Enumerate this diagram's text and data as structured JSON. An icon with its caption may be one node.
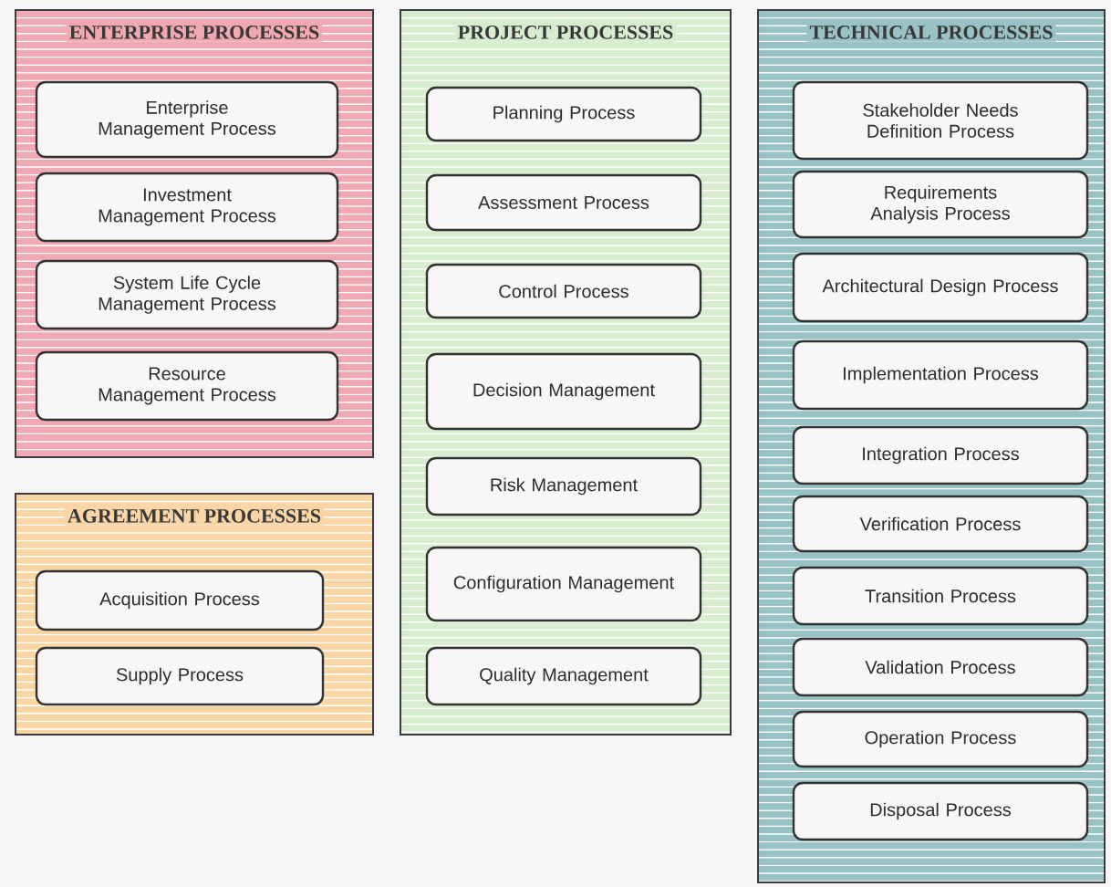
{
  "diagram": {
    "nodes": [
      {
        "text": [
          "ENTERPRISE PROCESSES"
        ]
      },
      {
        "text": [
          "Enterprise Management Process"
        ],
        "in": 0
      },
      {
        "text": [
          "Investment Management Process"
        ],
        "in": 0
      },
      {
        "text": [
          "System Life Cycle Management Process"
        ],
        "in": 0
      },
      {
        "text": [
          "Resource Management Process"
        ],
        "in": 0
      },
      {
        "text": [
          "AGREEMENT PROCESSES"
        ]
      },
      {
        "text": [
          "Acquisition Process"
        ],
        "in": 5
      },
      {
        "text": [
          "Supply Process"
        ],
        "in": 5
      },
      {
        "text": [
          "PROJECT PROCESSES"
        ]
      },
      {
        "text": [
          "Planning Process"
        ],
        "in": 8
      },
      {
        "text": [
          "Assessment Process"
        ],
        "in": 8
      },
      {
        "text": [
          "Control Process"
        ],
        "in": 8
      },
      {
        "text": [
          "Decision Management"
        ],
        "in": 8
      },
      {
        "text": [
          "Risk Management"
        ],
        "in": 8
      },
      {
        "text": [
          "Configuration Management"
        ],
        "in": 8
      },
      {
        "text": [
          "Quality Management"
        ],
        "in": 8
      },
      {
        "text": [
          "TECHNICAL PROCESSES"
        ]
      },
      {
        "text": [
          "Stakeholder Needs Definition Process"
        ],
        "in": 16
      },
      {
        "text": [
          "Requirements Analysis Process"
        ],
        "in": 16
      },
      {
        "text": [
          "Architectural Design Process"
        ],
        "in": 16
      },
      {
        "text": [
          "Implementation Process"
        ],
        "in": 16
      },
      {
        "text": [
          "Integration Process"
        ],
        "in": 16
      },
      {
        "text": [
          "Verification Process"
        ],
        "in": 16
      },
      {
        "text": [
          "Transition Process"
        ],
        "in": 16
      },
      {
        "text": [
          "Validation Process"
        ],
        "in": 16
      },
      {
        "text": [
          "Operation Process"
        ],
        "in": 16
      },
      {
        "text": [
          "Disposal Process"
        ],
        "in": 16
      }
    ]
  }
}
